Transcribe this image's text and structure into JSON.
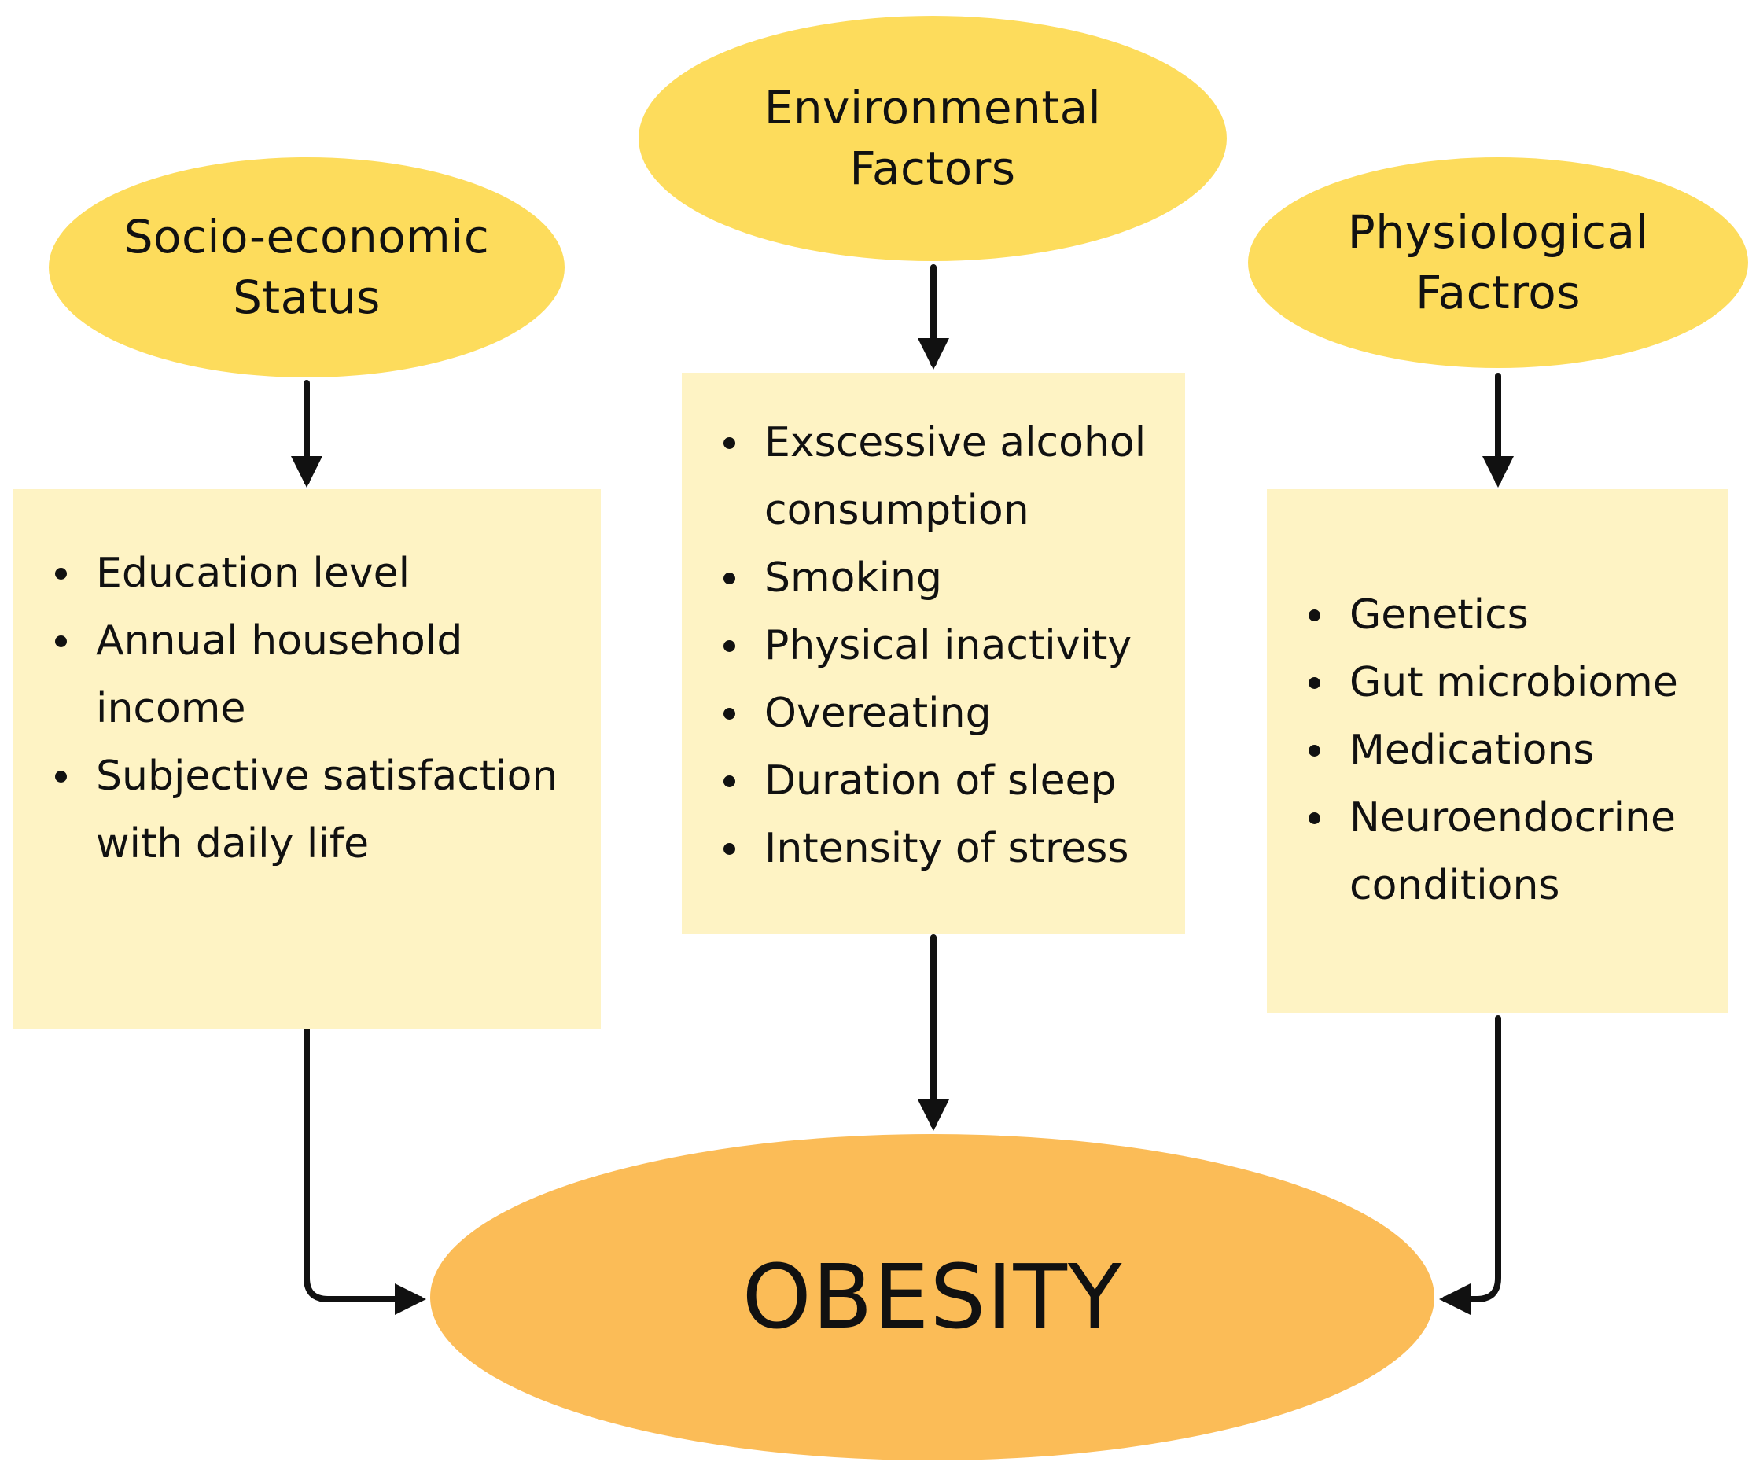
{
  "diagram": {
    "factors": [
      {
        "id": "socio",
        "title_line1": "Socio-economic",
        "title_line2": "Status",
        "items": [
          {
            "line1": "Education level"
          },
          {
            "line1": "Annual household",
            "line2": "income"
          },
          {
            "line1": "Subjective satisfaction",
            "line2": "with daily life"
          }
        ]
      },
      {
        "id": "environmental",
        "title_line1": "Environmental",
        "title_line2": "Factors",
        "items": [
          {
            "line1": "Exscessive alcohol",
            "line2": "consumption"
          },
          {
            "line1": "Smoking"
          },
          {
            "line1": "Physical inactivity"
          },
          {
            "line1": "Overeating"
          },
          {
            "line1": "Duration of sleep"
          },
          {
            "line1": "Intensity of stress"
          }
        ]
      },
      {
        "id": "physiological",
        "title_line1": "Physiological",
        "title_line2": "Factros",
        "items": [
          {
            "line1": "Genetics"
          },
          {
            "line1": "Gut microbiome"
          },
          {
            "line1": "Medications"
          },
          {
            "line1": "Neuroendocrine",
            "line2": "conditions"
          }
        ]
      }
    ],
    "outcome": "OBESITY"
  },
  "colors": {
    "factor_ellipse": "#fddc5c",
    "factor_box": "#fef3c4",
    "outcome_ellipse": "#fbbc57",
    "arrow": "#111111"
  }
}
